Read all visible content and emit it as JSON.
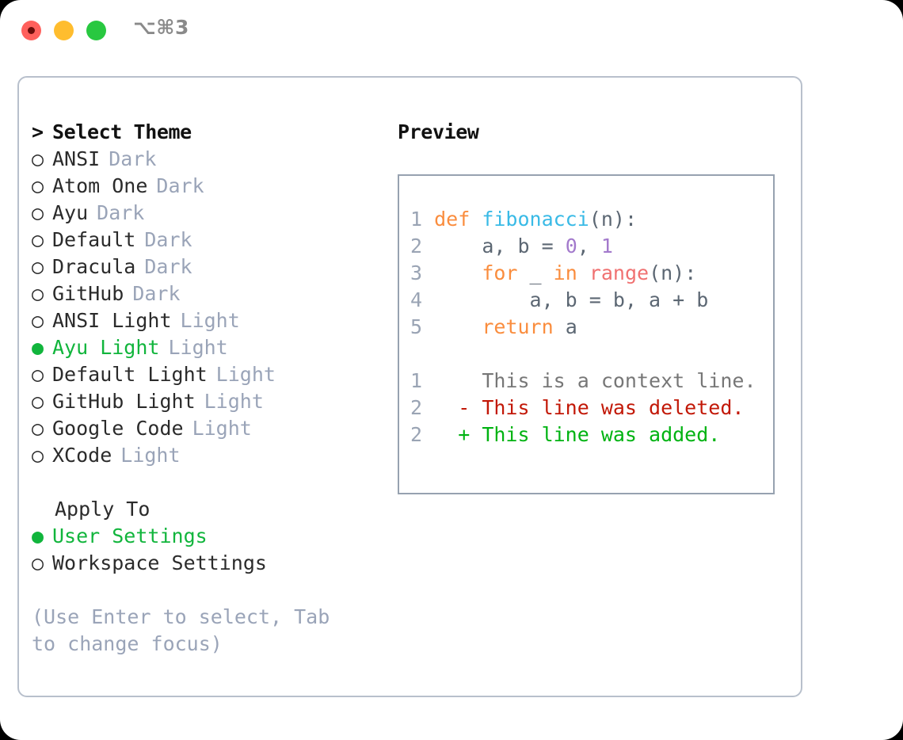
{
  "window": {
    "traffic_lights": [
      "close",
      "minimize",
      "maximize"
    ],
    "shortcut_label": "⌥⌘3"
  },
  "theme_panel": {
    "header": {
      "caret": ">",
      "title": "Select Theme"
    },
    "bullet_empty": "○",
    "bullet_filled": "●",
    "items": [
      {
        "label": "ANSI",
        "tag": "Dark",
        "selected": false
      },
      {
        "label": "Atom One",
        "tag": "Dark",
        "selected": false
      },
      {
        "label": "Ayu",
        "tag": "Dark",
        "selected": false
      },
      {
        "label": "Default",
        "tag": "Dark",
        "selected": false
      },
      {
        "label": "Dracula",
        "tag": "Dark",
        "selected": false
      },
      {
        "label": "GitHub",
        "tag": "Dark",
        "selected": false
      },
      {
        "label": "ANSI Light",
        "tag": "Light",
        "selected": false
      },
      {
        "label": "Ayu Light",
        "tag": "Light",
        "selected": true
      },
      {
        "label": "Default Light",
        "tag": "Light",
        "selected": false
      },
      {
        "label": "GitHub Light",
        "tag": "Light",
        "selected": false
      },
      {
        "label": "Google Code",
        "tag": "Light",
        "selected": false
      },
      {
        "label": "XCode",
        "tag": "Light",
        "selected": false
      }
    ]
  },
  "apply_to": {
    "heading": "Apply To",
    "options": [
      {
        "label": "User Settings",
        "selected": true
      },
      {
        "label": "Workspace Settings",
        "selected": false
      }
    ]
  },
  "hint": "(Use Enter to select, Tab to change focus)",
  "preview": {
    "title": "Preview",
    "code_lines": [
      {
        "num": "1",
        "tokens": [
          {
            "t": "def",
            "c": "kw"
          },
          {
            "t": " ",
            "c": "pl"
          },
          {
            "t": "fibonacci",
            "c": "fn"
          },
          {
            "t": "(n):",
            "c": "pl"
          }
        ]
      },
      {
        "num": "2",
        "tokens": [
          {
            "t": "    a, b = ",
            "c": "pl"
          },
          {
            "t": "0",
            "c": "num"
          },
          {
            "t": ", ",
            "c": "pl"
          },
          {
            "t": "1",
            "c": "num"
          }
        ]
      },
      {
        "num": "3",
        "tokens": [
          {
            "t": "    ",
            "c": "pl"
          },
          {
            "t": "for",
            "c": "kw"
          },
          {
            "t": " _ ",
            "c": "pl"
          },
          {
            "t": "in",
            "c": "kw"
          },
          {
            "t": " ",
            "c": "pl"
          },
          {
            "t": "range",
            "c": "call"
          },
          {
            "t": "(n):",
            "c": "pl"
          }
        ]
      },
      {
        "num": "4",
        "tokens": [
          {
            "t": "        a, b = b, a + b",
            "c": "pl"
          }
        ]
      },
      {
        "num": "5",
        "tokens": [
          {
            "t": "    ",
            "c": "pl"
          },
          {
            "t": "return",
            "c": "kw"
          },
          {
            "t": " a",
            "c": "pl"
          }
        ]
      }
    ],
    "diff_lines": [
      {
        "num": "1",
        "marker": " ",
        "text": " This is a context line.",
        "kind": "ctx"
      },
      {
        "num": "2",
        "marker": "-",
        "text": " This line was deleted.",
        "kind": "del"
      },
      {
        "num": "2",
        "marker": "+",
        "text": " This line was added.",
        "kind": "add"
      }
    ]
  },
  "colors": {
    "accent_green": "#11b53c",
    "muted": "#9aa4b8",
    "panel_border": "#b8c0cc",
    "preview_border": "#97a2b0",
    "kw": "#fa8d3e",
    "fn": "#39bae6",
    "num": "#a37acc",
    "call": "#f07171",
    "plain": "#5c6773",
    "diff_del": "#c21807",
    "diff_add": "#00b312"
  }
}
